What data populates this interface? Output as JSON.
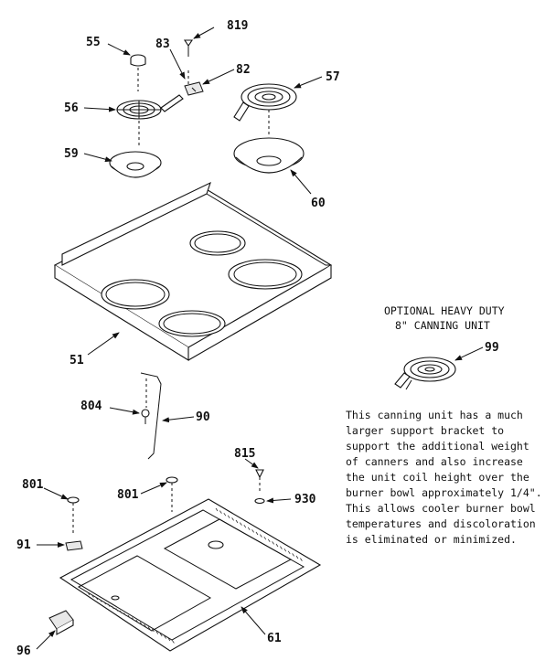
{
  "part_labels": {
    "p819": "819",
    "p55": "55",
    "p83": "83",
    "p82": "82",
    "p57": "57",
    "p56": "56",
    "p59": "59",
    "p60": "60",
    "p51": "51",
    "p804": "804",
    "p90": "90",
    "p99": "99",
    "p815": "815",
    "p801a": "801",
    "p801b": "801",
    "p930": "930",
    "p91": "91",
    "p96": "96",
    "p61": "61"
  },
  "optional_unit": {
    "title_line1": "OPTIONAL HEAVY DUTY",
    "title_line2": "8\" CANNING UNIT"
  },
  "note_lines": [
    "This canning unit has a much",
    "larger support bracket to",
    "support the additional weight",
    "of canners and also increase",
    "the unit coil height over the",
    "burner bowl approximately 1/4\".",
    "This allows cooler burner bowl",
    "temperatures and discoloration",
    "is eliminated or minimized."
  ]
}
